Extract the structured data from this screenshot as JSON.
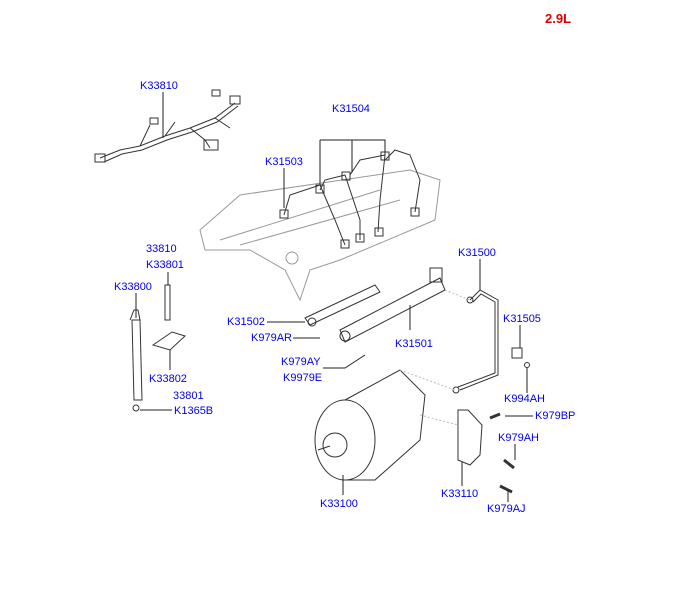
{
  "engine_label": "2.9L",
  "colors": {
    "label": "#0000ee",
    "engine": "#e00000",
    "line": "#333333"
  },
  "parts": [
    {
      "id": "k33810",
      "label": "K33810"
    },
    {
      "id": "k31504",
      "label": "K31504"
    },
    {
      "id": "k31503",
      "label": "K31503"
    },
    {
      "id": "p33810",
      "label": "33810"
    },
    {
      "id": "k33801",
      "label": "K33801"
    },
    {
      "id": "k33800",
      "label": "K33800"
    },
    {
      "id": "k31500",
      "label": "K31500"
    },
    {
      "id": "k31502",
      "label": "K31502"
    },
    {
      "id": "k979ar",
      "label": "K979AR"
    },
    {
      "id": "k31505",
      "label": "K31505"
    },
    {
      "id": "k31501",
      "label": "K31501"
    },
    {
      "id": "k979ay",
      "label": "K979AY"
    },
    {
      "id": "k9979e",
      "label": "K9979E"
    },
    {
      "id": "k33802",
      "label": "K33802"
    },
    {
      "id": "k994ah",
      "label": "K994AH"
    },
    {
      "id": "p33801",
      "label": "33801"
    },
    {
      "id": "k1365b",
      "label": "K1365B"
    },
    {
      "id": "k979bp",
      "label": "K979BP"
    },
    {
      "id": "k979ah",
      "label": "K979AH"
    },
    {
      "id": "k33100",
      "label": "K33100"
    },
    {
      "id": "k33110",
      "label": "K33110"
    },
    {
      "id": "k979aj",
      "label": "K979AJ"
    }
  ]
}
